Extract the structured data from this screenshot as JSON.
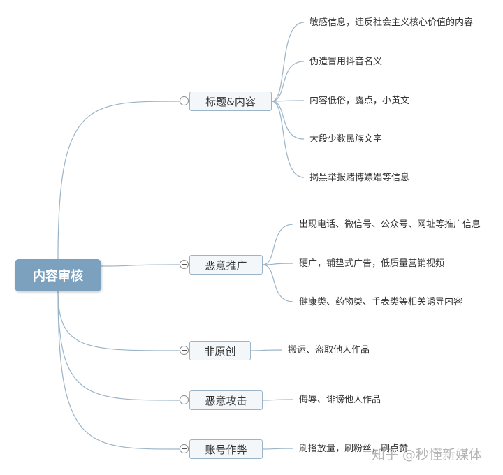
{
  "root": {
    "label": "内容审核"
  },
  "branches": [
    {
      "label": "标题&内容",
      "leaves": [
        "敏感信息，违反社会主义核心价值的内容",
        "伪造冒用抖音名义",
        "内容低俗，露点，小黄文",
        "大段少数民族文字",
        "揭黑举报赌博嫖娼等信息"
      ]
    },
    {
      "label": "恶意推广",
      "leaves": [
        "出现电话、微信号、公众号、网址等推广信息",
        "硬广，铺垫式广告，低质量营销视频",
        "健康类、药物类、手表类等相关诱导内容"
      ]
    },
    {
      "label": "非原创",
      "leaves": [
        "搬运、盗取他人作品"
      ]
    },
    {
      "label": "恶意攻击",
      "leaves": [
        "侮辱、诽谤他人作品"
      ]
    },
    {
      "label": "账号作弊",
      "leaves": [
        "刷播放量，刷粉丝，刷点赞"
      ]
    }
  ],
  "watermark": "知乎 @秒懂新媒体",
  "colors": {
    "root_fill": "#7ba1bf",
    "link": "#9bb4c7",
    "branch_border": "#9bb4c7"
  }
}
